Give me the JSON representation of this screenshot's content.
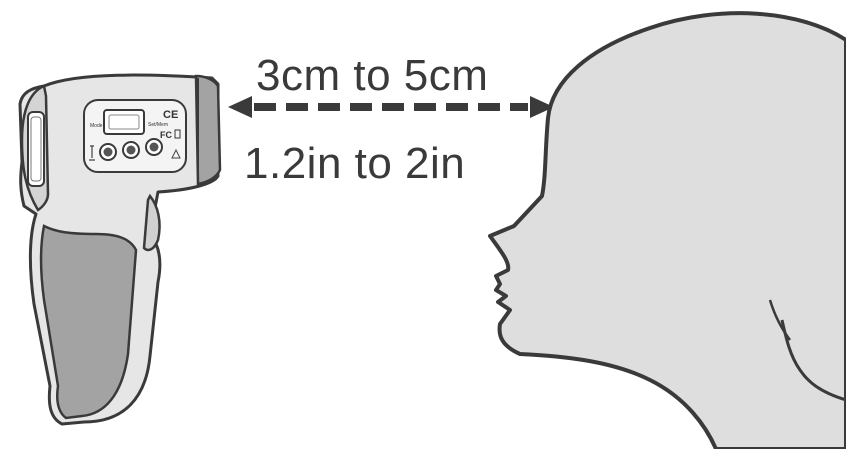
{
  "distance": {
    "metric_label": "3cm to 5cm",
    "imperial_label": "1.2in to 2in"
  },
  "thermometer": {
    "button_mode_label": "Mode",
    "button_set_label": "Set/Mem",
    "certification_marks": [
      "CE",
      "FC"
    ]
  },
  "colors": {
    "outline": "#3a3a3a",
    "body_fill": "#e6e6e6",
    "grip_fill": "#a3a3a3",
    "head_fill": "#dedede",
    "arrow": "#3a3a3a"
  }
}
